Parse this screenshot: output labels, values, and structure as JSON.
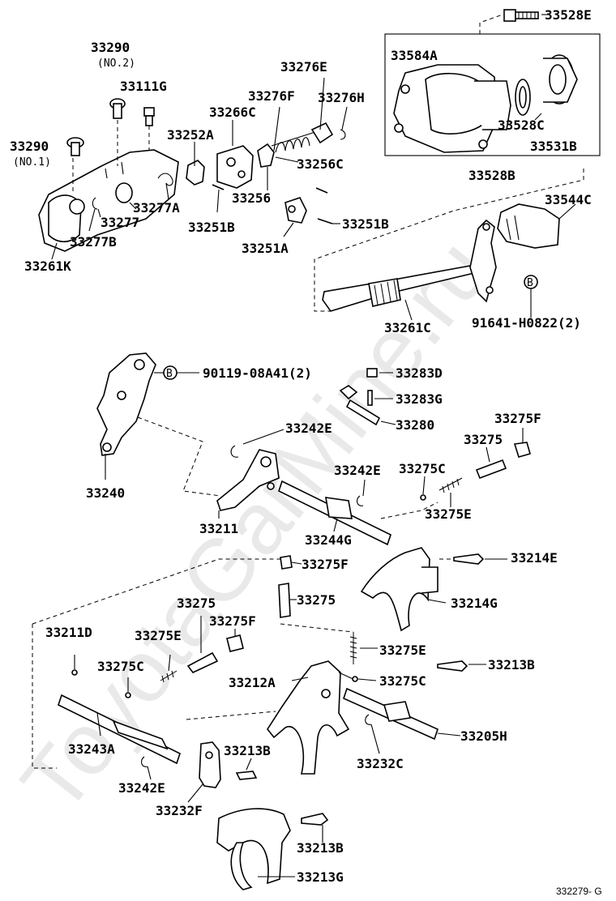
{
  "watermark": "ToyotaGarMine.ru",
  "figure_id": "332279- G",
  "circle_marker": "B",
  "labels": {
    "p33528E": "33528E",
    "p33584A": "33584A",
    "p33528C": "33528C",
    "p33531B": "33531B",
    "p33528B": "33528B",
    "p33544C": "33544C",
    "p33290a": "33290",
    "no2": "(NO.2)",
    "p33111G": "33111G",
    "p33290b": "33290",
    "no1": "(NO.1)",
    "p33276E": "33276E",
    "p33276F": "33276F",
    "p33276H": "33276H",
    "p33266C": "33266C",
    "p33252A": "33252A",
    "p33256C": "33256C",
    "p33256": "33256",
    "p33277A": "33277A",
    "p33277": "33277",
    "p33277B": "33277B",
    "p33251Ba": "33251B",
    "p33251Bb": "33251B",
    "p33251A": "33251A",
    "p33261K": "33261K",
    "p33261C": "33261C",
    "p91641": "91641-H0822(2)",
    "p90119": "90119-08A41(2)",
    "p33283D": "33283D",
    "p33283G": "33283G",
    "p33280": "33280",
    "p33242Ea": "33242E",
    "p33240": "33240",
    "p33275Fa": "33275F",
    "p33275a": "33275",
    "p33242Eb": "33242E",
    "p33275Ca": "33275C",
    "p33275Ea": "33275E",
    "p33211": "33211",
    "p33244G": "33244G",
    "p33214E": "33214E",
    "p33275Fb": "33275F",
    "p33275b": "33275",
    "p33214G": "33214G",
    "p33275c": "33275",
    "p33211D": "33211D",
    "p33275Eb": "33275E",
    "p33275Fc": "33275F",
    "p33275Ec": "33275E",
    "p33275Cb": "33275C",
    "p33213Ba": "33213B",
    "p33212A": "33212A",
    "p33275Cc": "33275C",
    "p33205H": "33205H",
    "p33243A": "33243A",
    "p33213Bb": "33213B",
    "p33232C": "33232C",
    "p33242Ec": "33242E",
    "p33232F": "33232F",
    "p33213Bc": "33213B",
    "p33213G": "33213G"
  }
}
